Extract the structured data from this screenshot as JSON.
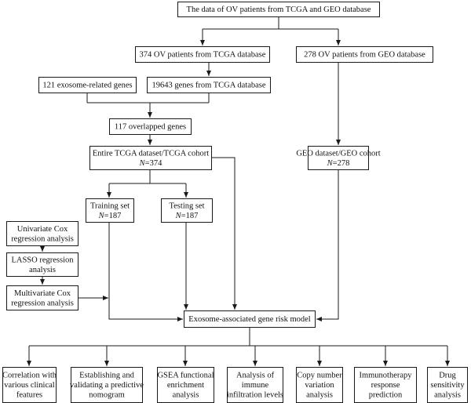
{
  "nodes": [
    {
      "id": "root",
      "lines": [
        [
          "The data of OV patients from TCGA and GEO database"
        ]
      ]
    },
    {
      "id": "tcga374",
      "lines": [
        [
          "374 OV patients from TCGA database"
        ]
      ]
    },
    {
      "id": "geo278",
      "lines": [
        [
          "278 OV patients from GEO database"
        ]
      ]
    },
    {
      "id": "exo121",
      "lines": [
        [
          "121 exosome-related genes"
        ]
      ]
    },
    {
      "id": "genes19643",
      "lines": [
        [
          "19643 genes from TCGA database"
        ]
      ]
    },
    {
      "id": "overlap117",
      "lines": [
        [
          "117 overlapped genes"
        ]
      ]
    },
    {
      "id": "entire",
      "lines": [
        [
          "Entire TCGA dataset/TCGA cohort"
        ],
        [
          "N",
          "=374"
        ]
      ]
    },
    {
      "id": "geodataset",
      "lines": [
        [
          "GEO dataset/GEO cohort"
        ],
        [
          "N",
          "=278"
        ]
      ]
    },
    {
      "id": "training",
      "lines": [
        [
          "Training set"
        ],
        [
          "N",
          "=187"
        ]
      ]
    },
    {
      "id": "testing",
      "lines": [
        [
          "Testing set"
        ],
        [
          "N",
          "=187"
        ]
      ]
    },
    {
      "id": "univariate",
      "lines": [
        [
          "Univariate Cox"
        ],
        [
          "regression analysis"
        ]
      ]
    },
    {
      "id": "lasso",
      "lines": [
        [
          "LASSO regression"
        ],
        [
          "analysis"
        ]
      ]
    },
    {
      "id": "multivariate",
      "lines": [
        [
          "Multivariate Cox"
        ],
        [
          "regression analysis"
        ]
      ]
    },
    {
      "id": "riskmodel",
      "lines": [
        [
          "Exosome-associated gene risk model"
        ]
      ]
    },
    {
      "id": "clinical",
      "lines": [
        [
          "Correlation with"
        ],
        [
          "various clinical"
        ],
        [
          "features"
        ]
      ]
    },
    {
      "id": "nomogram",
      "lines": [
        [
          "Establishing and"
        ],
        [
          "validating a predictive"
        ],
        [
          "nomogram"
        ]
      ]
    },
    {
      "id": "gsea",
      "lines": [
        [
          "GSEA functional"
        ],
        [
          "enrichment"
        ],
        [
          "analysis"
        ]
      ]
    },
    {
      "id": "immune",
      "lines": [
        [
          "Analysis of"
        ],
        [
          "immune"
        ],
        [
          "infiltration levels"
        ]
      ]
    },
    {
      "id": "cnv",
      "lines": [
        [
          "Copy number"
        ],
        [
          "variation"
        ],
        [
          "analysis"
        ]
      ]
    },
    {
      "id": "immunotherapy",
      "lines": [
        [
          "Immunotherapy"
        ],
        [
          "response"
        ],
        [
          "prediction"
        ]
      ]
    },
    {
      "id": "drug",
      "lines": [
        [
          "Drug"
        ],
        [
          "sensitivity"
        ],
        [
          "analysis"
        ]
      ]
    }
  ]
}
